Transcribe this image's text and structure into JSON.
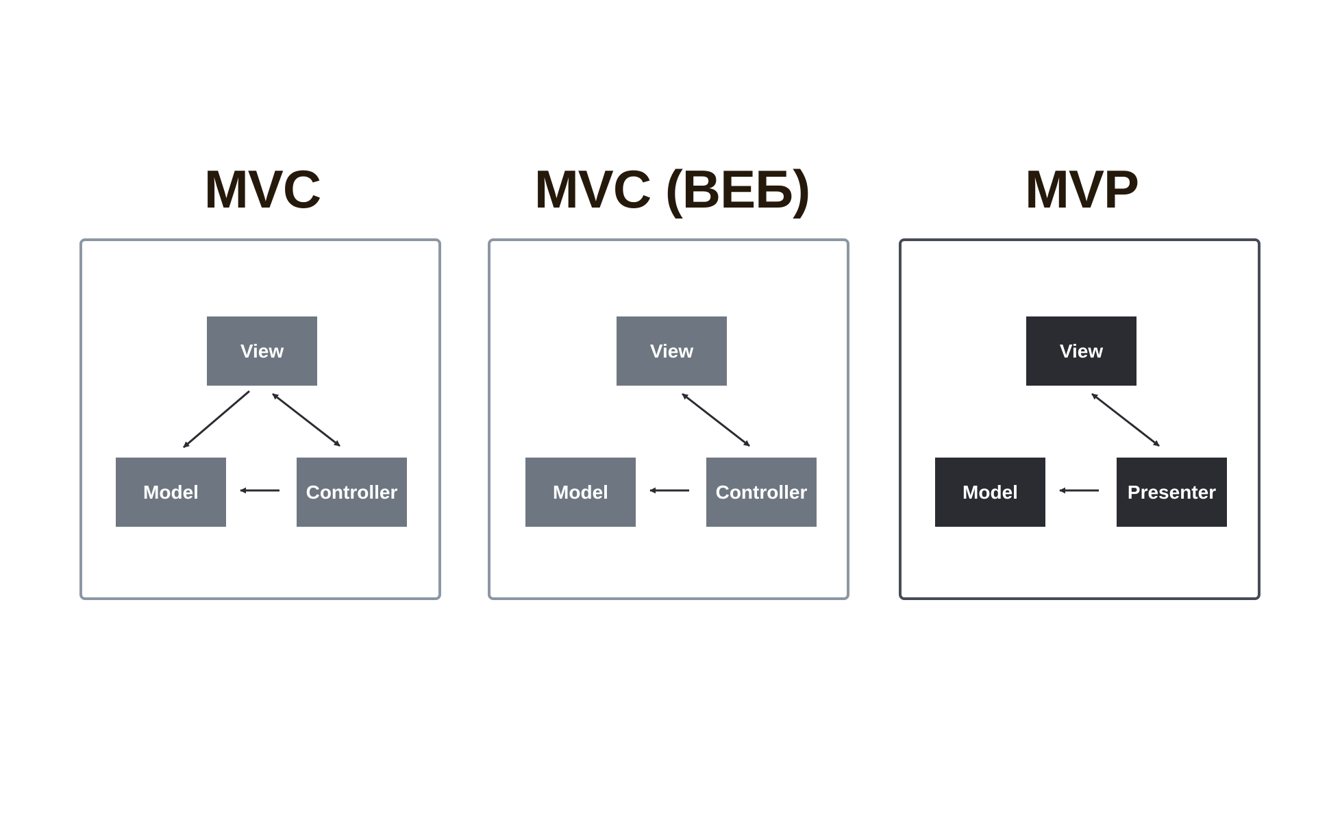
{
  "colors": {
    "title": "#24190b",
    "node_light": "#6e7781",
    "node_dark": "#2a2c31",
    "border_light": "#8c97a4",
    "border_dark": "#464c55",
    "arrow": "#2a2c31"
  },
  "panels": [
    {
      "title": "MVC",
      "nodes": {
        "view": "View",
        "model": "Model",
        "right": "Controller"
      },
      "arrows": [
        "view→model",
        "view↔right",
        "right→model"
      ]
    },
    {
      "title": "MVC (ВЕБ)",
      "nodes": {
        "view": "View",
        "model": "Model",
        "right": "Controller"
      },
      "arrows": [
        "view↔right",
        "right→model"
      ]
    },
    {
      "title": "MVP",
      "nodes": {
        "view": "View",
        "model": "Model",
        "right": "Presenter"
      },
      "arrows": [
        "view↔right",
        "right→model"
      ]
    }
  ]
}
